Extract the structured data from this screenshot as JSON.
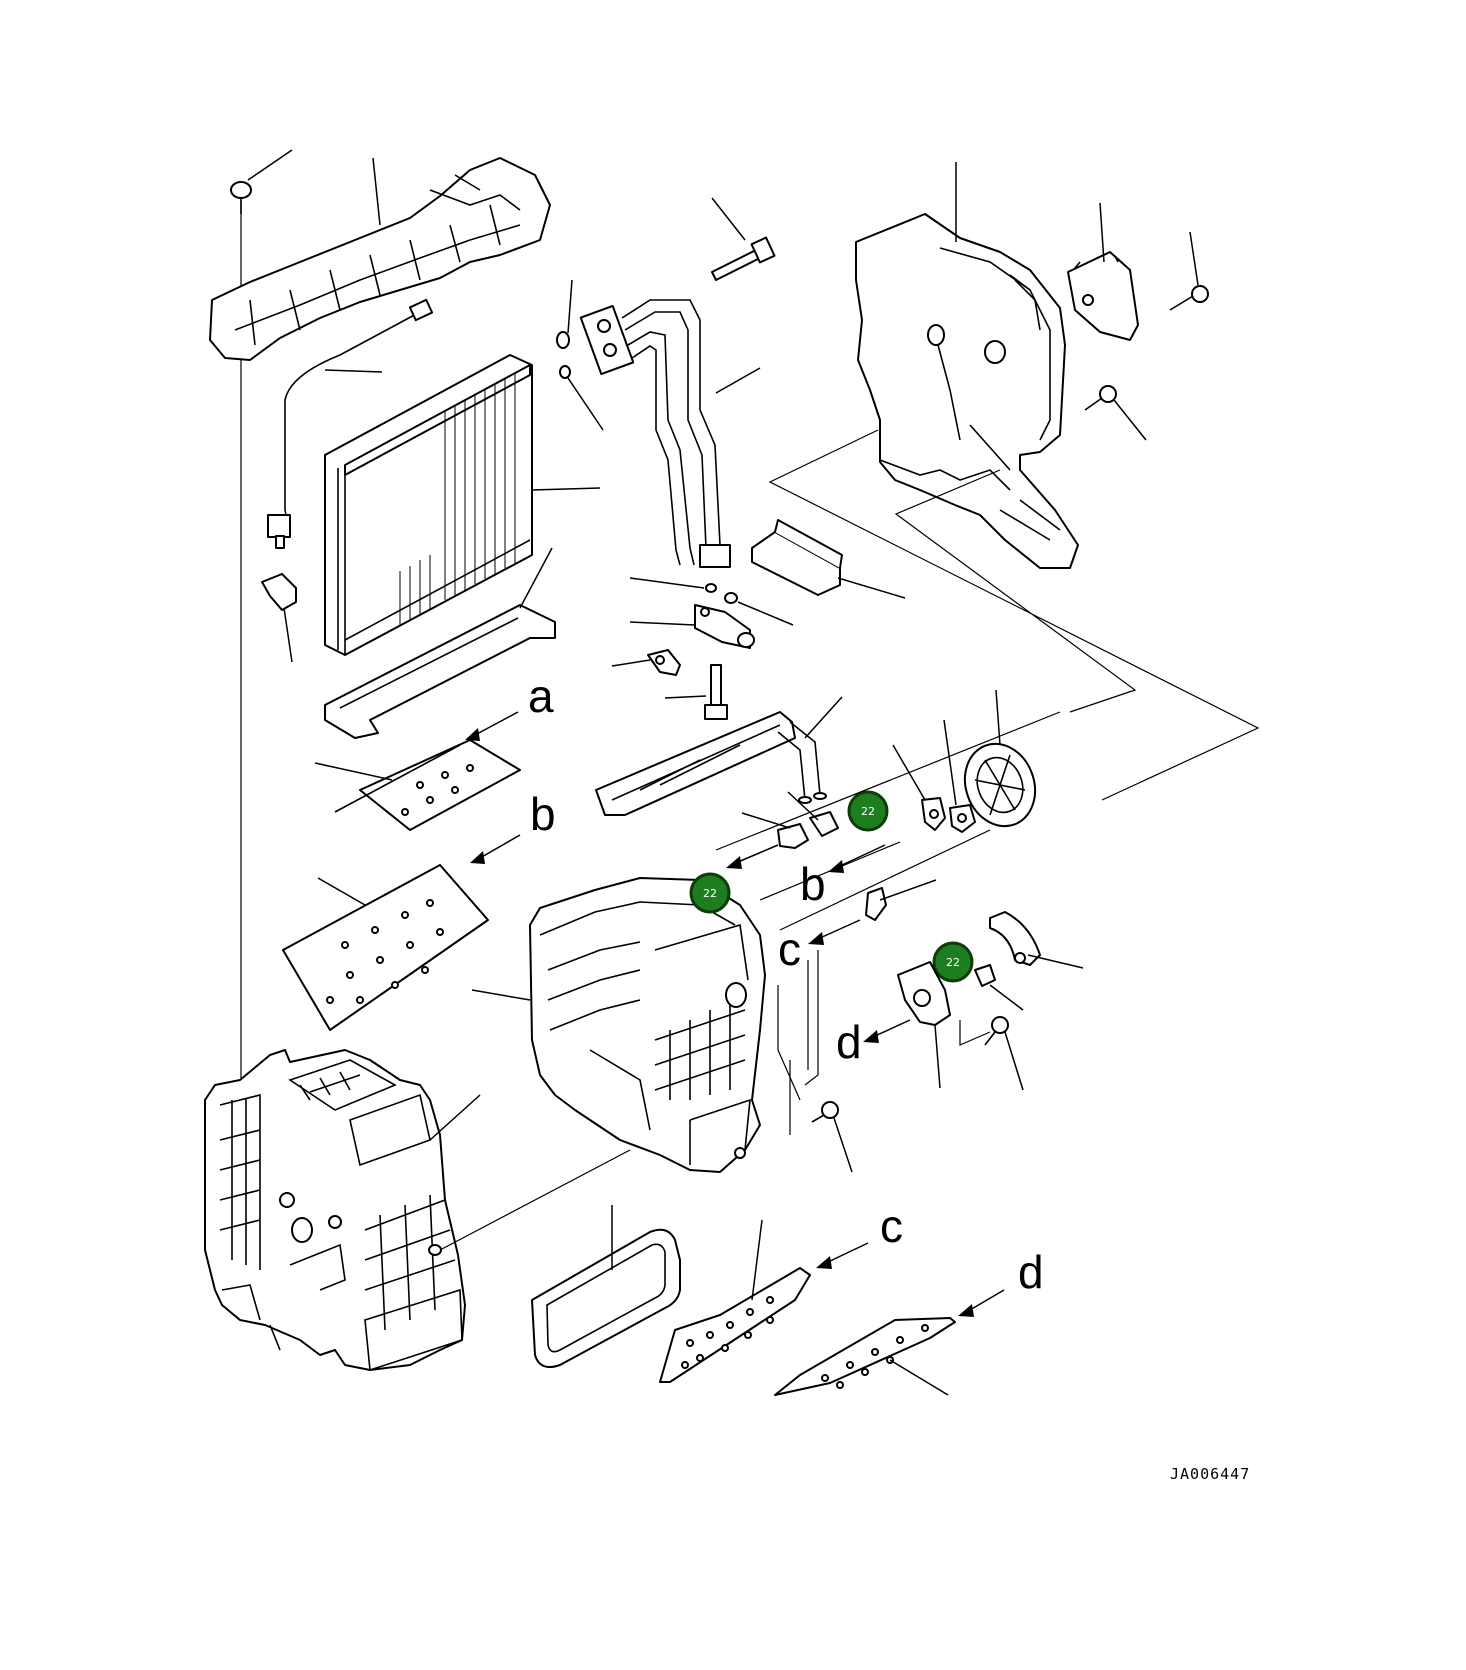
{
  "drawing_code": "JA006447",
  "callout_letters": {
    "a_main": "a",
    "b_left": "b",
    "b_center": "b",
    "c_center": "c",
    "c_bottom": "c",
    "d_center": "d",
    "d_bottom": "d"
  },
  "badges": [
    {
      "label": "22"
    },
    {
      "label": "22"
    },
    {
      "label": "22"
    }
  ],
  "colors": {
    "line": "#000000",
    "badge_fill": "#1e7d1e",
    "background": "#ffffff"
  }
}
